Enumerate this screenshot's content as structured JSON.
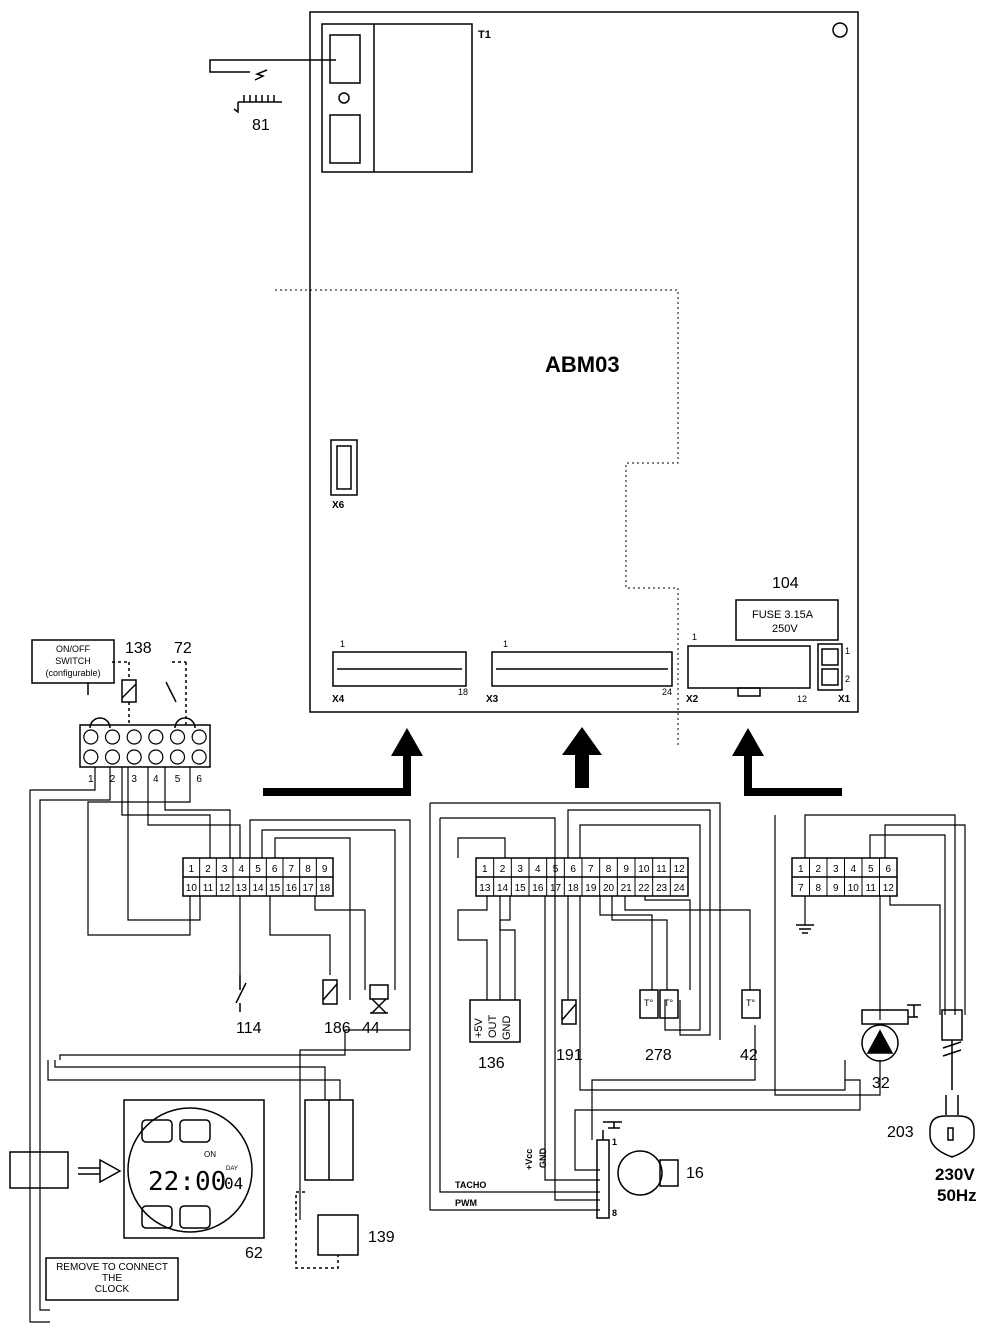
{
  "board": {
    "name": "ABM03",
    "transformer": "T1",
    "fuse_ref": "104",
    "fuse_line1": "FUSE 3.15A",
    "fuse_line2": "250V",
    "connectors": {
      "x1": "X1",
      "x1_p1": "1",
      "x1_p2": "2",
      "x2": "X2",
      "x2_p1": "1",
      "x2_p12": "12",
      "x3": "X3",
      "x3_p1": "1",
      "x3_p24": "24",
      "x4": "X4",
      "x4_p1": "1",
      "x4_p18": "18",
      "x6": "X6"
    }
  },
  "switch_box": {
    "line1": "ON/OFF",
    "line2": "SWITCH",
    "line3": "(configurable)"
  },
  "terminal_strip_labels": [
    "1",
    "2",
    "3",
    "4",
    "5",
    "6"
  ],
  "block_x4": {
    "top": [
      "1",
      "2",
      "3",
      "4",
      "5",
      "6",
      "7",
      "8",
      "9"
    ],
    "bottom": [
      "10",
      "11",
      "12",
      "13",
      "14",
      "15",
      "16",
      "17",
      "18"
    ]
  },
  "block_x3": {
    "top": [
      "1",
      "2",
      "3",
      "4",
      "5",
      "6",
      "7",
      "8",
      "9",
      "10",
      "11",
      "12"
    ],
    "bottom": [
      "13",
      "14",
      "15",
      "16",
      "17",
      "18",
      "19",
      "20",
      "21",
      "22",
      "23",
      "24"
    ]
  },
  "block_x2": {
    "top": [
      "1",
      "2",
      "3",
      "4",
      "5",
      "6"
    ],
    "bottom": [
      "7",
      "8",
      "9",
      "10",
      "11",
      "12"
    ]
  },
  "components": {
    "c81": "81",
    "c138": "138",
    "c72": "72",
    "c114": "114",
    "c186": "186",
    "c44": "44",
    "c136": "136",
    "c191": "191",
    "c278": "278",
    "c42": "42",
    "c32": "32",
    "c203": "203",
    "c16": "16",
    "c62": "62",
    "c139": "139"
  },
  "sensor_mark": "T°",
  "module_136": {
    "gnd": "GND",
    "out": "OUT",
    "v5": "+5V"
  },
  "fan_wires": {
    "vcc": "+Vcc",
    "gnd": "GND",
    "tacho": "TACHO",
    "pwm": "PWM",
    "p1": "1",
    "p8": "8"
  },
  "supply": {
    "voltage": "230V",
    "freq": "50Hz"
  },
  "clock": {
    "time": "22:00",
    "day": "04",
    "day_label": "DAY",
    "on_label": "ON"
  },
  "remove_note": {
    "line1": "REMOVE TO CONNECT",
    "line2": "THE",
    "line3": "CLOCK"
  }
}
